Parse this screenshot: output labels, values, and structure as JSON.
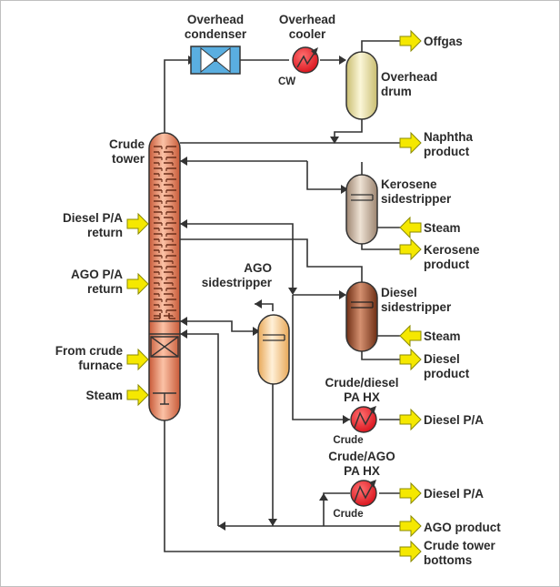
{
  "colors": {
    "tower_fill": "#e8805e",
    "tower_tray": "#6b2e1a",
    "condenser_fill": "#5aaee0",
    "cooler_fill": "#e8202a",
    "overhead_drum_fill": "#f0e6a0",
    "kerosene_fill": "#c8b4a0",
    "diesel_fill": "#9a4c2c",
    "ago_fill": "#f8cc88",
    "arrow_fill": "#f5e800",
    "pipe": "#333333"
  },
  "labels": {
    "overhead_condenser": [
      "Overhead",
      "condenser"
    ],
    "overhead_cooler": [
      "Overhead",
      "cooler"
    ],
    "cw": "CW",
    "offgas": "Offgas",
    "overhead_drum": [
      "Overhead",
      "drum"
    ],
    "crude_tower": [
      "Crude",
      "tower"
    ],
    "naphtha_product": [
      "Naphtha",
      "product"
    ],
    "kerosene_sidestripper": [
      "Kerosene",
      "sidestripper"
    ],
    "steam_kerosene": "Steam",
    "kerosene_product": [
      "Kerosene",
      "product"
    ],
    "diesel_pa_return": [
      "Diesel P/A",
      "return"
    ],
    "ago_pa_return": [
      "AGO P/A",
      "return"
    ],
    "ago_sidestripper": [
      "AGO",
      "sidestripper"
    ],
    "diesel_sidestripper": [
      "Diesel",
      "sidestripper"
    ],
    "steam_diesel": "Steam",
    "diesel_product": [
      "Diesel",
      "product"
    ],
    "from_crude_furnace": [
      "From crude",
      "furnace"
    ],
    "steam_tower": "Steam",
    "crude_diesel_pa_hx": [
      "Crude/diesel",
      "PA HX"
    ],
    "crude_1": "Crude",
    "diesel_pa_1": "Diesel P/A",
    "crude_ago_pa_hx": [
      "Crude/AGO",
      "PA HX"
    ],
    "crude_2": "Crude",
    "diesel_pa_2": "Diesel P/A",
    "ago_product": "AGO product",
    "crude_tower_bottoms": [
      "Crude tower",
      "bottoms"
    ]
  }
}
